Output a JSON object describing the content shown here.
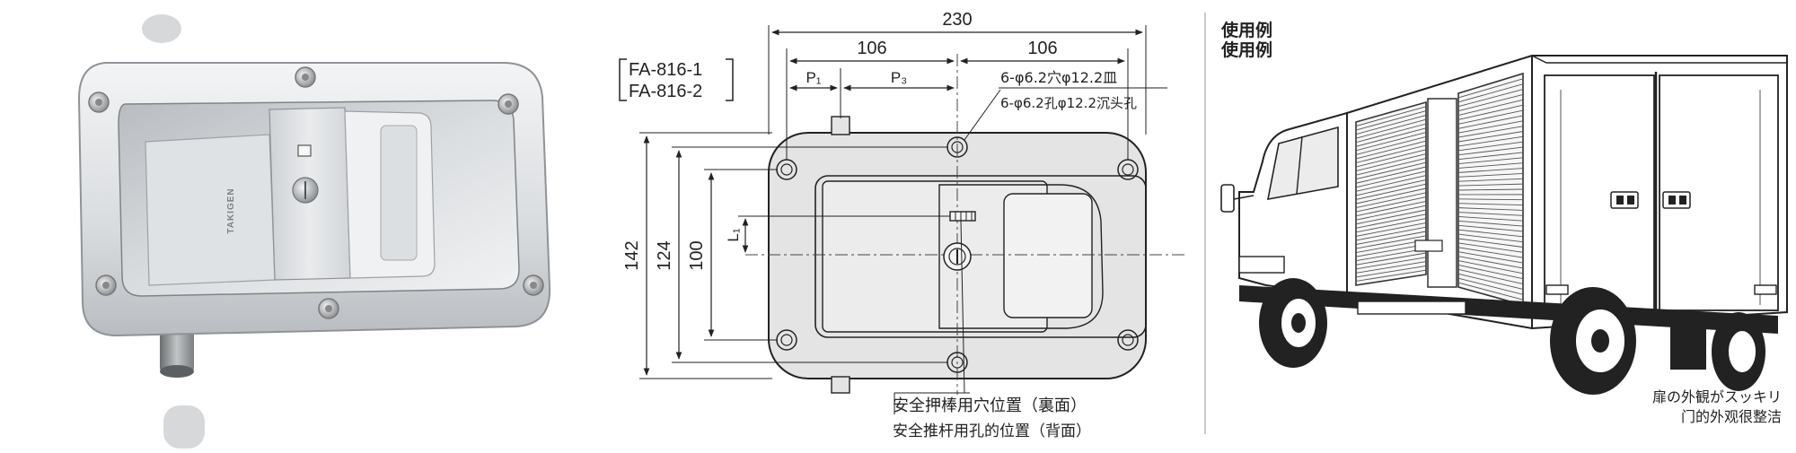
{
  "drawing": {
    "model_codes": [
      "FA-816-1",
      "FA-816-2"
    ],
    "dim_overall_width": "230",
    "dim_half_left": "106",
    "dim_half_right": "106",
    "dim_p1": "P₁",
    "dim_p3": "P₃",
    "dim_l1": "L₁",
    "dim_height_outer": "142",
    "dim_height_mid": "124",
    "dim_height_inner": "100",
    "hole_note_ja": "6-φ6.2穴φ12.2皿",
    "hole_note_zh": "6-φ6.2孔φ12.2沉头孔",
    "safety_note_ja": "安全押棒用穴位置（裏面）",
    "safety_note_zh": "安全推杆用孔的位置（背面）"
  },
  "example": {
    "title_ja": "使用例",
    "title_zh": "使用例",
    "caption_ja": "扉の外観がスッキリ",
    "caption_zh": "门的外观很整洁"
  },
  "photo": {
    "brand_mark": "TAKIGEN"
  },
  "colors": {
    "line": "#222222",
    "plate_fill": "#e4e4e4",
    "metal_light": "#e8eaec",
    "metal_mid": "#c9ccd0",
    "metal_dark": "#9da1a6"
  }
}
